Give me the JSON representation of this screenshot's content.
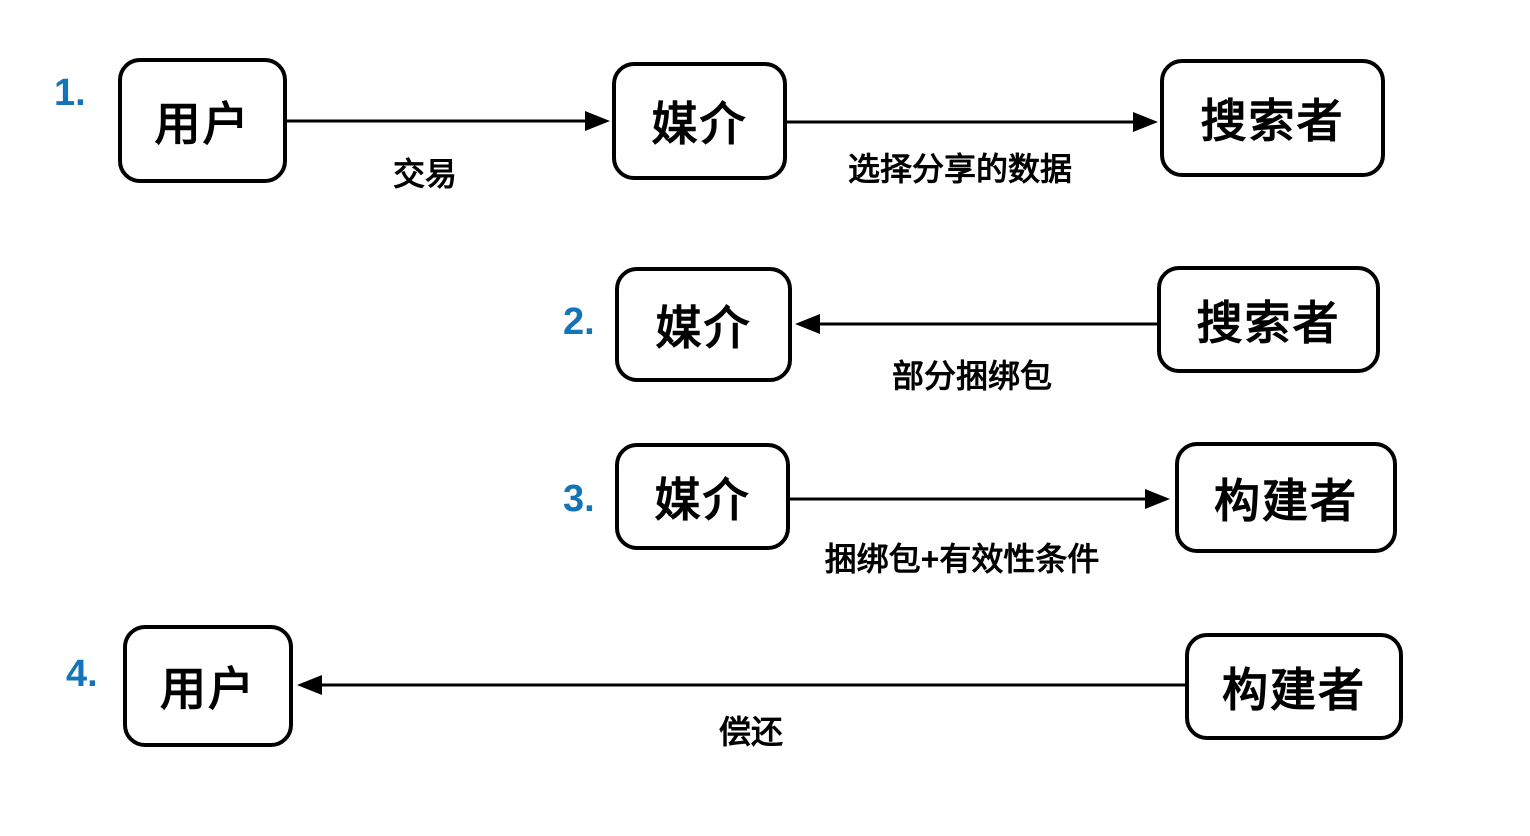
{
  "colors": {
    "step_number": "#1474b8",
    "box_border": "#000000",
    "box_fill": "#ffffff",
    "text": "#000000",
    "arrow": "#000000"
  },
  "rows": [
    {
      "number": "1.",
      "nodes": [
        "用户",
        "媒介",
        "搜索者"
      ],
      "edges": [
        {
          "label": "交易",
          "direction": "right"
        },
        {
          "label": "选择分享的数据",
          "direction": "right"
        }
      ]
    },
    {
      "number": "2.",
      "nodes": [
        "媒介",
        "搜索者"
      ],
      "edges": [
        {
          "label": "部分捆绑包",
          "direction": "left"
        }
      ]
    },
    {
      "number": "3.",
      "nodes": [
        "媒介",
        "构建者"
      ],
      "edges": [
        {
          "label": "捆绑包+有效性条件",
          "direction": "right"
        }
      ]
    },
    {
      "number": "4.",
      "nodes": [
        "用户",
        "构建者"
      ],
      "edges": [
        {
          "label": "偿还",
          "direction": "left"
        }
      ]
    }
  ]
}
